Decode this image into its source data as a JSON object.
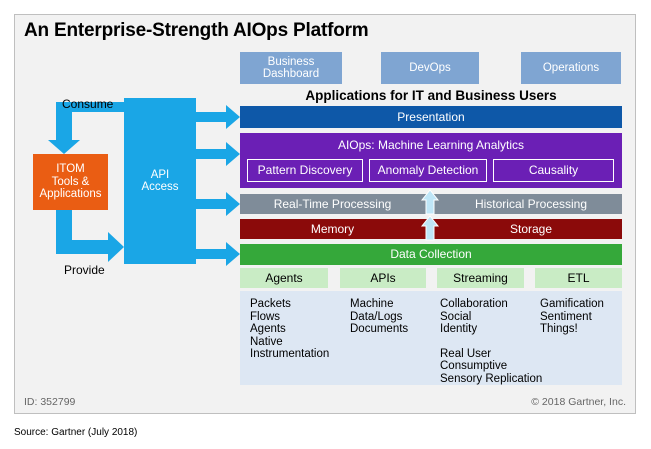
{
  "title": "An Enterprise-Strength AIOps Platform",
  "top_tiles": [
    "Business Dashboard",
    "DevOps",
    "Operations"
  ],
  "apps_heading": "Applications for IT and Business Users",
  "layers": {
    "presentation": "Presentation",
    "aiops": "AIOps: Machine Learning Analytics",
    "aiops_subs": [
      "Pattern Discovery",
      "Anomaly Detection",
      "Causality"
    ],
    "realtime": "Real-Time Processing",
    "historical": "Historical Processing",
    "memory": "Memory",
    "storage": "Storage",
    "data_collection": "Data Collection",
    "collection_methods": [
      "Agents",
      "APIs",
      "Streaming",
      "ETL"
    ]
  },
  "data_sources": [
    [
      "Packets",
      "Flows",
      "Agents",
      "Native",
      "Instrumentation"
    ],
    [
      "Machine",
      "Data/Logs",
      "Documents"
    ],
    [
      "Collaboration",
      "Social",
      "Identity",
      "",
      "Real User",
      "Consumptive",
      "Sensory Replication"
    ],
    [
      "Gamification",
      "Sentiment",
      "Things!"
    ]
  ],
  "left": {
    "consume": "Consume",
    "provide": "Provide",
    "itom": "ITOM Tools & Applications",
    "api": "API Access"
  },
  "footer": {
    "id": "ID: 352799",
    "copyright": "© 2018 Gartner, Inc."
  },
  "source": "Source: Gartner (July 2018)",
  "colors": {
    "presentation": "#0e58a8",
    "aiops": "#6b1fb5",
    "processing": "#7f8c99",
    "memory_storage": "#8b0a0a",
    "data_collection": "#35a83a",
    "collection_methods": "#c9ecc5",
    "itom": "#ea5d13",
    "api_access": "#1aa6e6",
    "tiles": "#7fa5d2"
  }
}
